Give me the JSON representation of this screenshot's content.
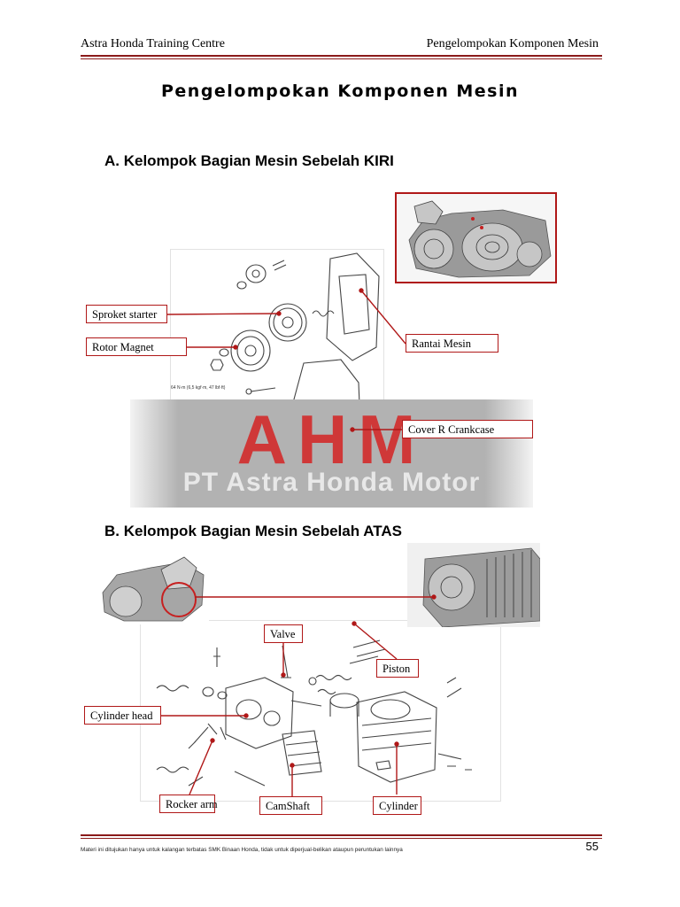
{
  "header": {
    "left": "Astra Honda Training Centre",
    "right": "Pengelompokan Komponen Mesin"
  },
  "page_title": "Pengelompokan Komponen Mesin",
  "section_a": {
    "heading": "A. Kelompok Bagian Mesin Sebelah KIRI",
    "torque_note": "64 N·m (6,5 kgf·m, 47 lbf·ft)",
    "labels": {
      "sproket_starter": "Sproket starter",
      "rotor_magnet": "Rotor Magnet",
      "rantai_mesin": "Rantai Mesin",
      "cover_r_crankcase": "Cover R Crankcase"
    }
  },
  "watermark": {
    "logo": "AHM",
    "text": "PT Astra Honda Motor"
  },
  "section_b": {
    "heading": "B. Kelompok Bagian Mesin Sebelah ATAS",
    "labels": {
      "valve": "Valve",
      "piston": "Piston",
      "cylinder_head": "Cylinder head",
      "rocker_arm": "Rocker arm",
      "camshaft": "CamShaft",
      "cylinder": "Cylinder"
    }
  },
  "footer": {
    "note": "Materi ini ditujukan hanya untuk kalangan terbatas SMK Binaan Honda, tidak untuk diperjual-belikan ataupun peruntukan lainnya",
    "page_number": "55"
  },
  "colors": {
    "rule": "#8b1a1a",
    "callout": "#b01818"
  }
}
